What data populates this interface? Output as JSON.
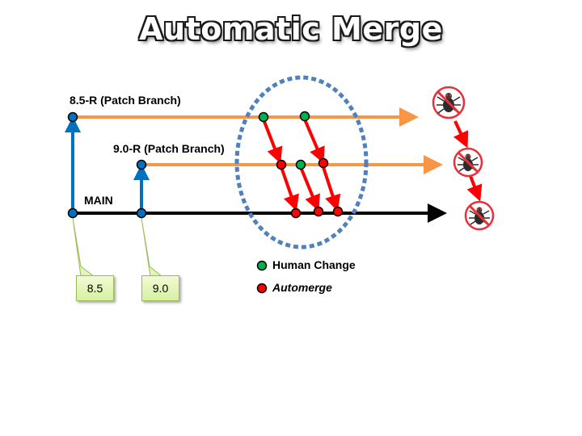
{
  "title": "Automatic Merge",
  "branches": {
    "r85": "8.5-R (Patch Branch)",
    "r90": "9.0-R (Patch Branch)",
    "main": "MAIN"
  },
  "callouts": {
    "v85": "8.5",
    "v90": "9.0"
  },
  "legend": {
    "human": "Human Change",
    "automerge": "Automerge"
  },
  "colors": {
    "patch_line": "#f79646",
    "main_line": "#000000",
    "branch_arrow": "#0070c0",
    "human_change": "#00b050",
    "automerge": "#ff0000",
    "merge_arrow": "#ff0000",
    "ellipse": "#4f81bd",
    "callout_fill": "#d7f0a0"
  },
  "icons": [
    "no-bug-icon",
    "no-bug-icon",
    "no-bug-icon"
  ]
}
